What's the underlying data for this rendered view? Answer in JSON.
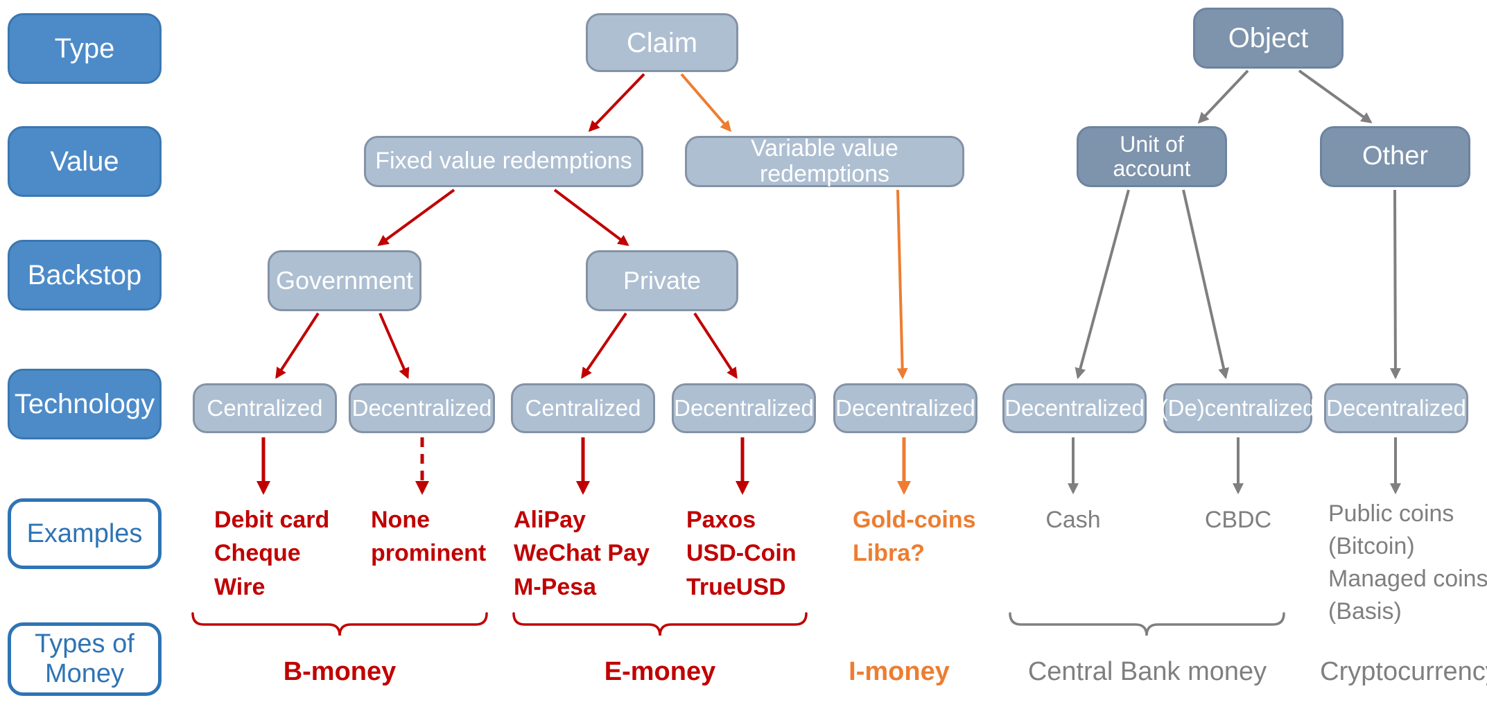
{
  "colors": {
    "red": "#c00000",
    "orange": "#ed7d31",
    "gray": "#7f7f7f",
    "label_blue": "#4d8bc8",
    "outline_blue": "#2e74b5",
    "light_node": "#aebfd2",
    "dark_node": "#7e93ac"
  },
  "row_labels": [
    {
      "label": "Type"
    },
    {
      "label": "Value"
    },
    {
      "label": "Backstop"
    },
    {
      "label": "Technology"
    },
    {
      "label": "Examples"
    },
    {
      "label": "Types of Money"
    }
  ],
  "nodes": {
    "claim": "Claim",
    "object": "Object",
    "fixed_value": "Fixed value redemptions",
    "variable_value": "Variable value redemptions",
    "unit_of_account": "Unit of account",
    "other": "Other",
    "government": "Government",
    "private": "Private",
    "technology": [
      "Centralized",
      "Decentralized",
      "Centralized",
      "Decentralized",
      "Decentralized",
      "Decentralized",
      "(De)centralized",
      "Decentralized"
    ]
  },
  "examples": [
    {
      "color": "red",
      "lines": [
        "Debit card",
        "Cheque",
        "Wire"
      ]
    },
    {
      "color": "red",
      "lines": [
        "None",
        "prominent"
      ]
    },
    {
      "color": "red",
      "lines": [
        "AliPay",
        "WeChat Pay",
        "M-Pesa"
      ]
    },
    {
      "color": "red",
      "lines": [
        "Paxos",
        "USD-Coin",
        "TrueUSD"
      ]
    },
    {
      "color": "orange",
      "lines": [
        "Gold-coins",
        "Libra?"
      ]
    },
    {
      "color": "gray",
      "lines": [
        "Cash"
      ]
    },
    {
      "color": "gray",
      "lines": [
        "CBDC"
      ]
    },
    {
      "color": "gray",
      "lines": [
        "Public coins",
        "(Bitcoin)",
        "Managed coins",
        "(Basis)"
      ]
    }
  ],
  "money_types": [
    {
      "label": "B-money",
      "color": "red"
    },
    {
      "label": "E-money",
      "color": "red"
    },
    {
      "label": "I-money",
      "color": "orange"
    },
    {
      "label": "Central Bank money",
      "color": "gray"
    },
    {
      "label": "Cryptocurrency",
      "color": "gray"
    }
  ]
}
